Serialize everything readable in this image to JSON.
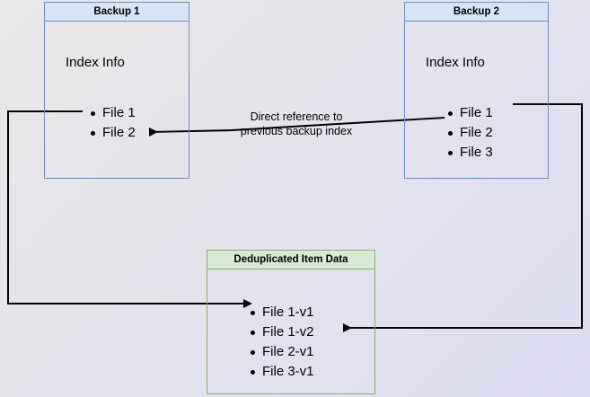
{
  "diagram": {
    "title_hidden": "Backup deduplication reference diagram",
    "colors": {
      "blue_border": "#6c8ebf",
      "blue_fill": "#d5e4f7",
      "green_border": "#82b366",
      "green_fill": "#d8ead3",
      "wire": "#000000",
      "bg_start": "#e9e7e7",
      "bg_end": "#dcdcf2"
    },
    "backup1": {
      "title": "Backup 1",
      "section_label": "Index Info",
      "files": [
        "File 1",
        "File 2"
      ]
    },
    "backup2": {
      "title": "Backup 2",
      "section_label": "Index Info",
      "files": [
        "File 1",
        "File 2",
        "File 3"
      ]
    },
    "dedup": {
      "title": "Deduplicated Item Data",
      "items": [
        "File 1-v1",
        "File 1-v2",
        "File 2-v1",
        "File 3-v1"
      ]
    },
    "annotation": {
      "text": "Direct reference to\nprevious backup index"
    }
  }
}
